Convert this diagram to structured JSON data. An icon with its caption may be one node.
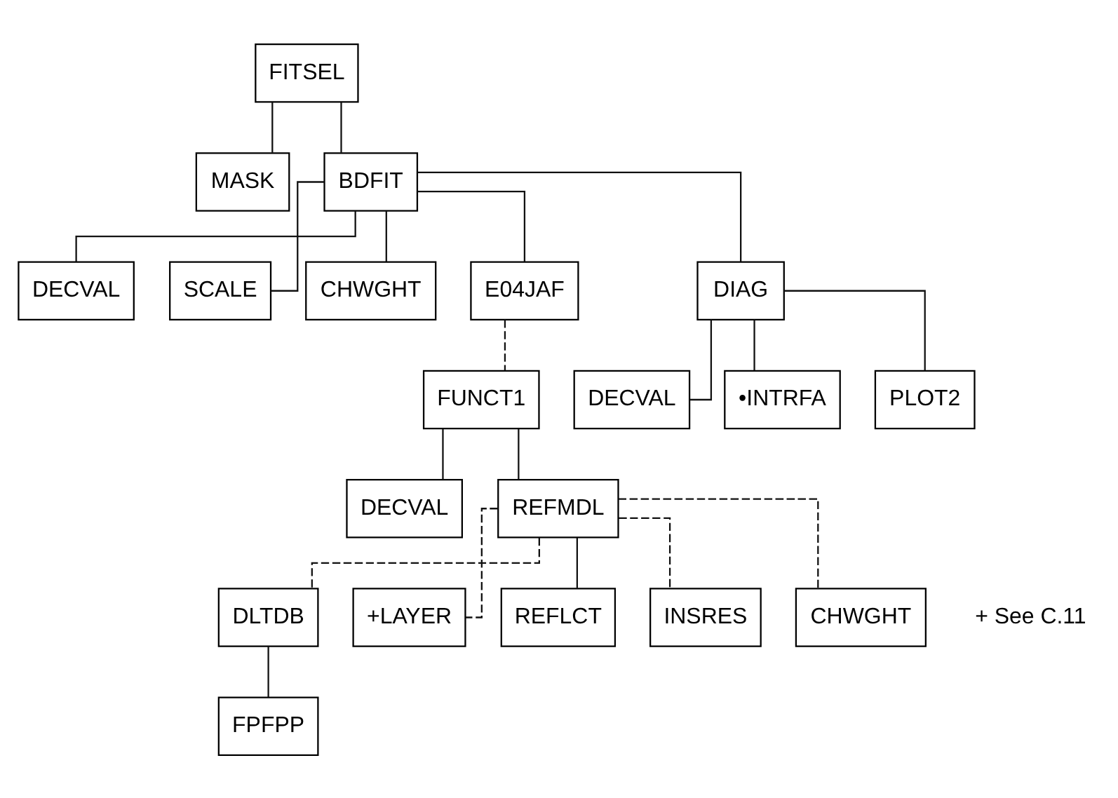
{
  "diagram": {
    "nodes": [
      {
        "text": [
          "FITSEL"
        ]
      },
      {
        "text": [
          "MASK"
        ]
      },
      {
        "text": [
          "BDFIT"
        ]
      },
      {
        "text": [
          "DECVAL"
        ]
      },
      {
        "text": [
          "SCALE"
        ]
      },
      {
        "text": [
          "CHWGHT"
        ]
      },
      {
        "text": [
          "E04JAF"
        ]
      },
      {
        "text": [
          "DIAG"
        ]
      },
      {
        "text": [
          "FUNCT1"
        ]
      },
      {
        "text": [
          "DECVAL"
        ]
      },
      {
        "text": [
          "•INTRFA"
        ]
      },
      {
        "text": [
          "PLOT2"
        ]
      },
      {
        "text": [
          "DECVAL"
        ]
      },
      {
        "text": [
          "REFMDL"
        ]
      },
      {
        "text": [
          "DLTDB"
        ]
      },
      {
        "text": [
          "+LAYER"
        ]
      },
      {
        "text": [
          "REFLCT"
        ]
      },
      {
        "text": [
          "INSRES"
        ]
      },
      {
        "text": [
          "CHWGHT"
        ]
      },
      {
        "text": [
          "FPFPP"
        ]
      }
    ],
    "edges": [
      {
        "from": 0,
        "to": 1,
        "arrow": "none"
      },
      {
        "from": 0,
        "to": 2,
        "arrow": "none"
      },
      {
        "from": 2,
        "to": 3,
        "arrow": "none"
      },
      {
        "from": 2,
        "to": 4,
        "arrow": "none"
      },
      {
        "from": 2,
        "to": 5,
        "arrow": "none"
      },
      {
        "from": 2,
        "to": 6,
        "arrow": "none"
      },
      {
        "from": 2,
        "to": 7,
        "arrow": "none"
      },
      {
        "from": 6,
        "to": 8,
        "arrow": "none",
        "style": "dashed"
      },
      {
        "from": 7,
        "to": 9,
        "arrow": "none"
      },
      {
        "from": 7,
        "to": 10,
        "arrow": "none"
      },
      {
        "from": 7,
        "to": 11,
        "arrow": "none"
      },
      {
        "from": 8,
        "to": 12,
        "arrow": "none"
      },
      {
        "from": 8,
        "to": 13,
        "arrow": "none"
      },
      {
        "from": 13,
        "to": 14,
        "arrow": "none",
        "style": "dashed"
      },
      {
        "from": 13,
        "to": 15,
        "arrow": "none",
        "style": "dashed"
      },
      {
        "from": 13,
        "to": 16,
        "arrow": "none"
      },
      {
        "from": 13,
        "to": 17,
        "arrow": "none",
        "style": "dashed"
      },
      {
        "from": 13,
        "to": 18,
        "arrow": "none",
        "style": "dashed"
      },
      {
        "from": 14,
        "to": 19,
        "arrow": "none"
      }
    ],
    "labels": [
      "+ See C.11"
    ]
  }
}
